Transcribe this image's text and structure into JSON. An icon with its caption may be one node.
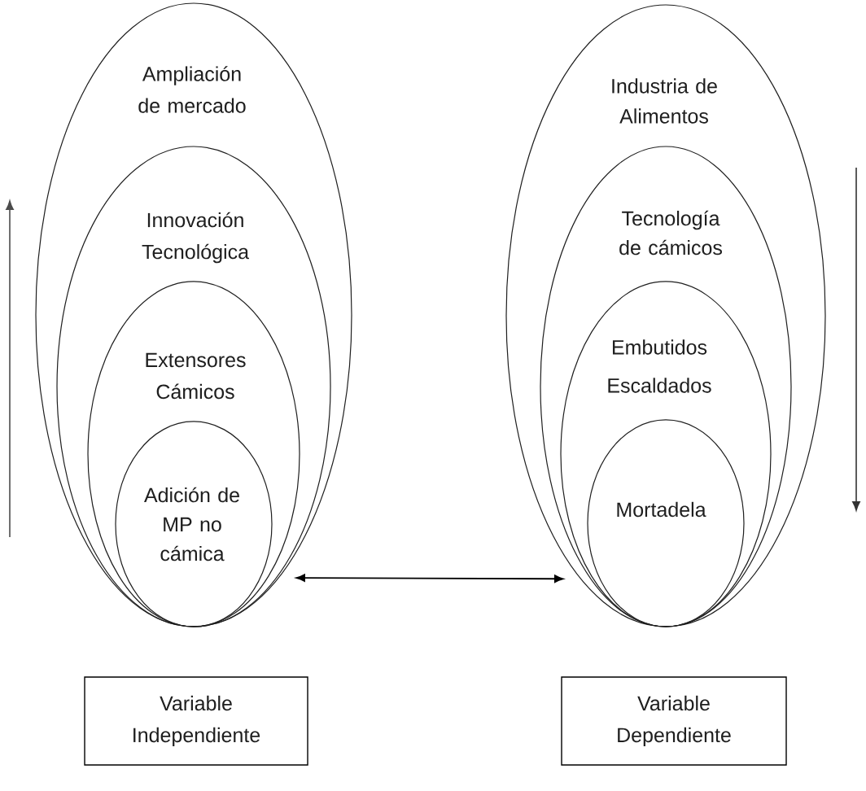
{
  "diagram": {
    "nodes": [
      {
        "text": [
          "Ampliación de mercado"
        ]
      },
      {
        "text": [
          "Innovación Tecnológica"
        ],
        "in": 0
      },
      {
        "text": [
          "Extensores Cámicos"
        ],
        "in": 1
      },
      {
        "text": [
          "Adición de MP no cámica"
        ],
        "in": 2
      },
      {
        "text": [
          "Industria de Alimentos"
        ]
      },
      {
        "text": [
          "Tecnología de cámicos"
        ],
        "in": 4
      },
      {
        "text": [
          "Embutidos Escaldados"
        ],
        "in": 5
      },
      {
        "text": [
          "Mortadela"
        ],
        "in": 6
      },
      {
        "text": [
          "Variable Independiente"
        ]
      },
      {
        "text": [
          "Variable Dependiente"
        ]
      }
    ],
    "edges": [
      {
        "from": 0,
        "to": 4,
        "arrow": "both"
      }
    ]
  }
}
